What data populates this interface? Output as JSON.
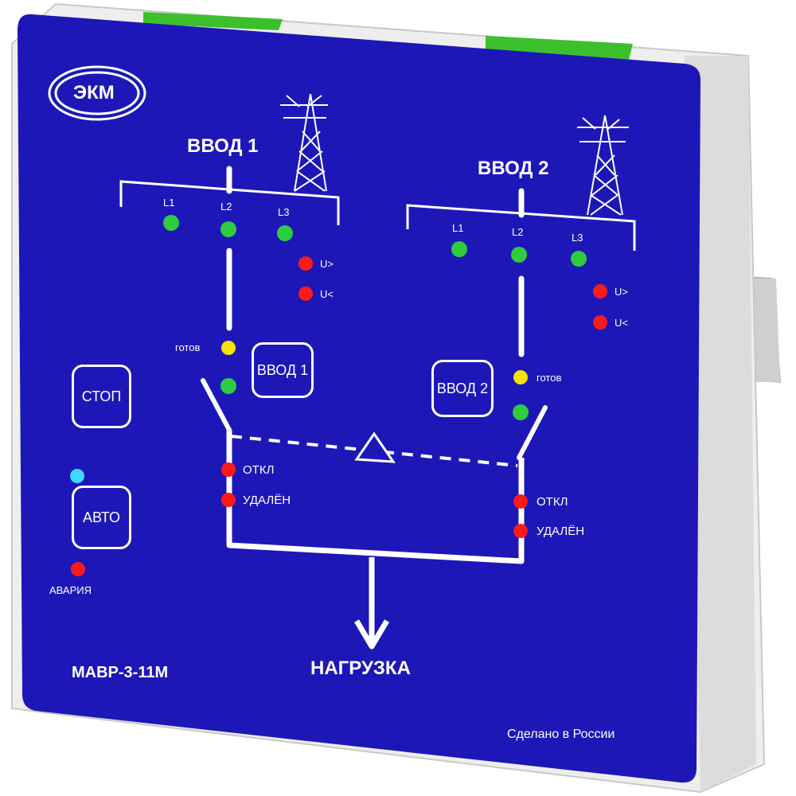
{
  "brand": {
    "logo_text": "ЭКМ"
  },
  "model": "МАВР-3-11М",
  "made_in": "Сделано в России",
  "load_label": "НАГРУЗКА",
  "inputs": [
    {
      "title": "ВВОД 1",
      "phases": [
        "L1",
        "L2",
        "L3"
      ],
      "over_voltage": "U>",
      "under_voltage": "U<",
      "ready": "готов",
      "button": "ВВОД 1",
      "off": "ОТКЛ",
      "remote": "УДАЛЁН"
    },
    {
      "title": "ВВОД 2",
      "phases": [
        "L1",
        "L2",
        "L3"
      ],
      "over_voltage": "U>",
      "under_voltage": "U<",
      "ready": "готов",
      "button": "ВВОД 2",
      "off": "ОТКЛ",
      "remote": "УДАЛЁН"
    }
  ],
  "controls": {
    "stop": "СТОП",
    "auto": "АВТО",
    "alarm": "АВАРИЯ"
  },
  "colors": {
    "panel": "#1d17b8",
    "led_green": "#2ecc40",
    "led_red": "#ff1a1a",
    "led_yellow": "#f5e400",
    "led_cyan": "#3fd8ff",
    "clip_green": "#3cbf2c"
  }
}
